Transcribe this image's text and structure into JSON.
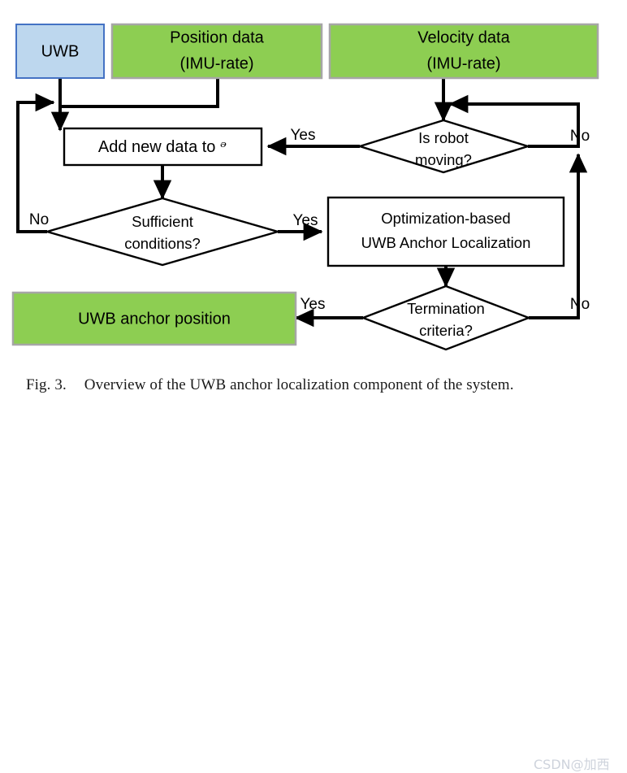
{
  "figure": {
    "caption_prefix": "Fig. 3.",
    "caption_text": "Overview of the UWB anchor localization component of the system.",
    "watermark": "CSDN@加西"
  },
  "colors": {
    "green_fill": "#8DCE52",
    "green_border": "#A6A6A6",
    "blue_fill": "#BDD7EE",
    "blue_border": "#4472C4",
    "white_fill": "#FFFFFF",
    "line": "#000000"
  },
  "nodes": {
    "uwb": {
      "label": "UWB",
      "shape": "rect",
      "style": "blue"
    },
    "position_data": {
      "line1": "Position data",
      "line2": "(IMU-rate)",
      "shape": "rect",
      "style": "green"
    },
    "velocity_data": {
      "line1": "Velocity data",
      "line2": "(IMU-rate)",
      "shape": "rect",
      "style": "green"
    },
    "add_new_data": {
      "label_prefix": "Add new data to ",
      "label_symbol": "ᵊ",
      "shape": "rect",
      "style": "white"
    },
    "is_robot_moving": {
      "line1": "Is robot",
      "line2": "moving?",
      "shape": "diamond",
      "style": "white"
    },
    "sufficient_conditions": {
      "line1": "Sufficient",
      "line2": "conditions?",
      "shape": "diamond",
      "style": "white"
    },
    "optimization": {
      "line1": "Optimization-based",
      "line2": "UWB Anchor Localization",
      "shape": "rect",
      "style": "white"
    },
    "termination_criteria": {
      "line1": "Termination",
      "line2": "criteria?",
      "shape": "diamond",
      "style": "white"
    },
    "uwb_anchor_position": {
      "label": "UWB anchor position",
      "shape": "rect",
      "style": "green"
    }
  },
  "edge_labels": {
    "robot_moving_yes": "Yes",
    "robot_moving_no": "No",
    "sufficient_no": "No",
    "sufficient_yes": "Yes",
    "termination_yes": "Yes",
    "termination_no": "No"
  }
}
